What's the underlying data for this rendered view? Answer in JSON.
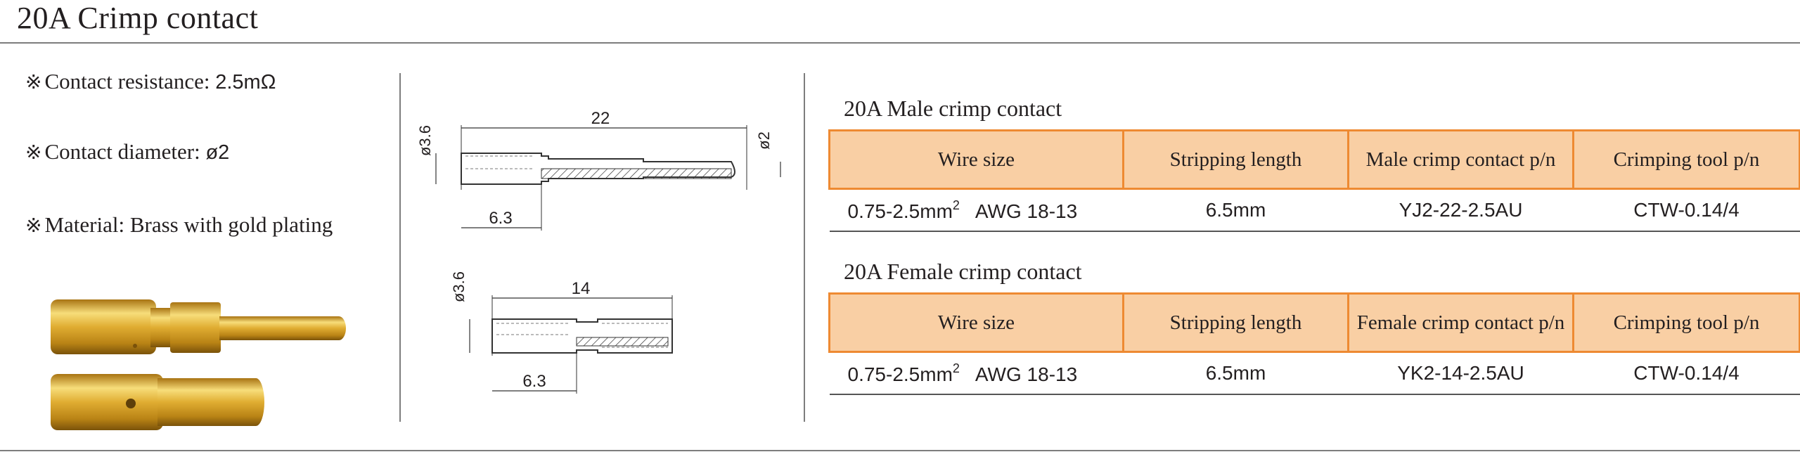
{
  "header": {
    "title": "20A Crimp contact"
  },
  "specs": [
    {
      "mark": "※",
      "label": "Contact resistance: ",
      "value": "2.5mΩ"
    },
    {
      "mark": "※",
      "label": "Contact diameter: ",
      "value": "ø2"
    },
    {
      "mark": "※",
      "label": "Material: Brass with gold plating",
      "value": ""
    }
  ],
  "drawings": {
    "male": {
      "diameter": "ø3.6",
      "length": "22",
      "tip": "ø2",
      "crimp": "6.3"
    },
    "female": {
      "diameter": "ø3.6",
      "length": "14",
      "crimp": "6.3"
    }
  },
  "colors": {
    "header_fill": "#f9cfa4",
    "header_border": "#ee8a32",
    "gold": "#d9a623"
  },
  "male_table": {
    "title": "20A Male crimp contact",
    "headers": [
      "Wire size",
      "Stripping  length",
      "Male crimp contact p/n",
      "Crimping tool p/n"
    ],
    "row": {
      "wire": "0.75-2.5mm",
      "wire_sup": "2",
      "awg": "AWG 18-13",
      "strip": "6.5mm",
      "pn": "YJ2-22-2.5AU",
      "tool": "CTW-0.14/4"
    }
  },
  "female_table": {
    "title": "20A Female crimp contact",
    "headers": [
      "Wire size",
      "Stripping  length",
      "Female crimp contact p/n",
      "Crimping tool p/n"
    ],
    "row": {
      "wire": "0.75-2.5mm",
      "wire_sup": "2",
      "awg": "AWG 18-13",
      "strip": "6.5mm",
      "pn": "YK2-14-2.5AU",
      "tool": "CTW-0.14/4"
    }
  }
}
